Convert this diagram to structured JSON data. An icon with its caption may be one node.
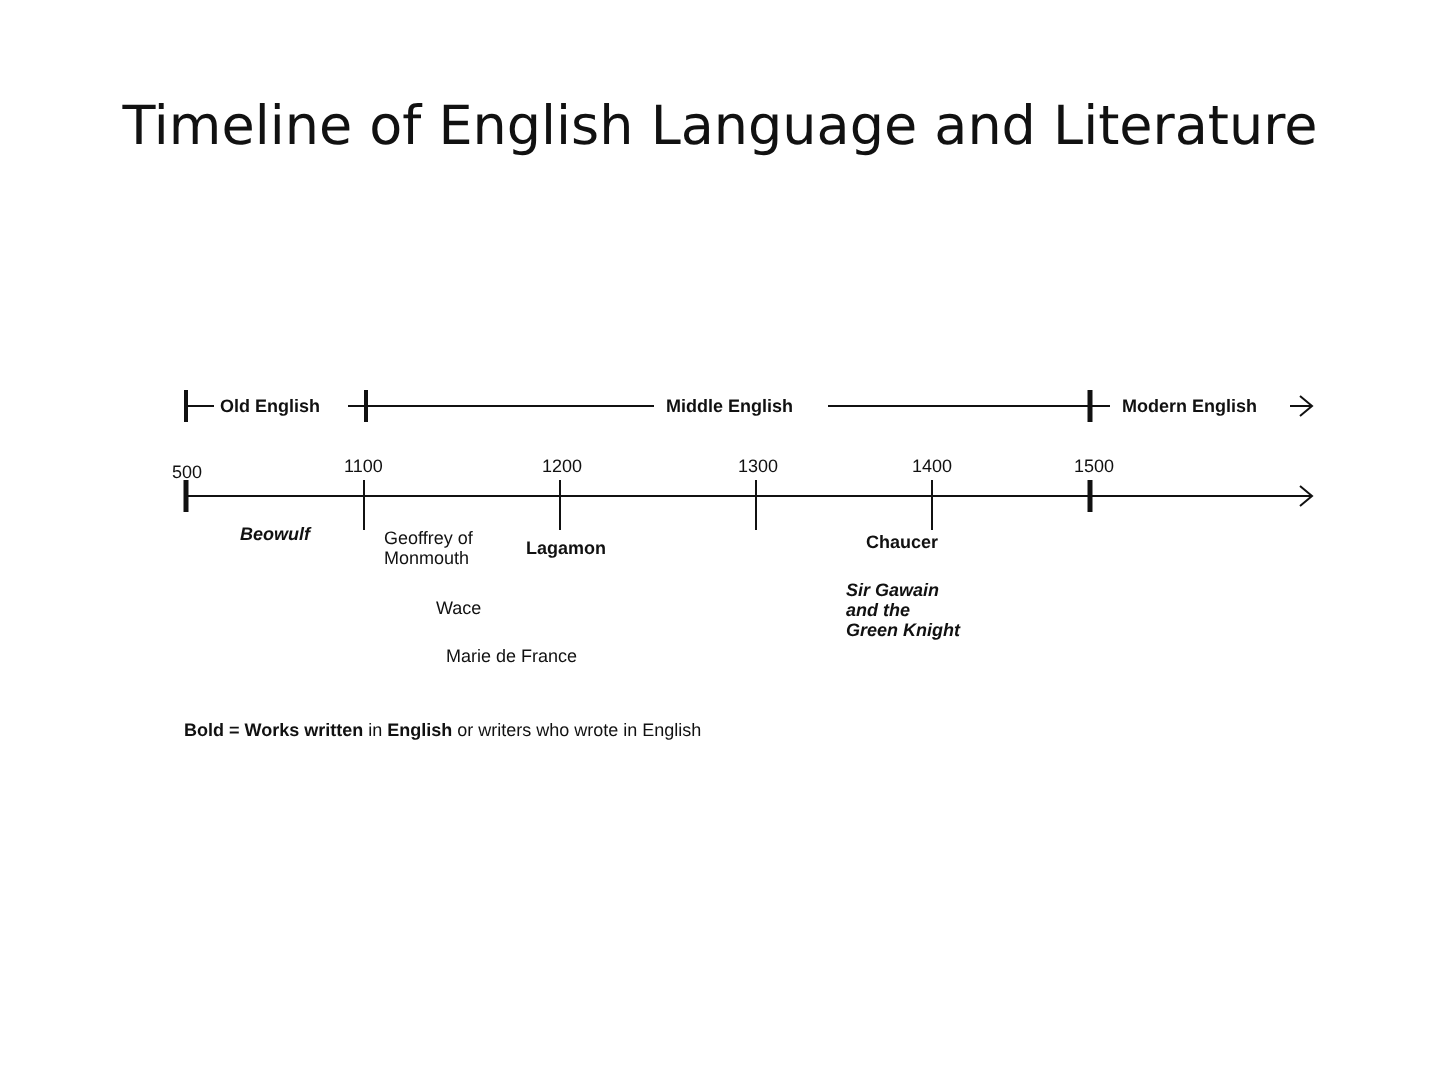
{
  "diagram": {
    "title": "Timeline of English Language and Literature",
    "labels": [
      "Old English",
      "Middle English",
      "Modern English",
      "500",
      "1100",
      "1200",
      "1300",
      "1400",
      "1500",
      "Beowulf",
      "Geoffrey of Monmouth",
      "Lagamon",
      "Chaucer",
      "Sir Gawain and the Green Knight",
      "Wace",
      "Marie de France",
      "**Bold = Works written** in **English** or writers who wrote in English"
    ]
  }
}
